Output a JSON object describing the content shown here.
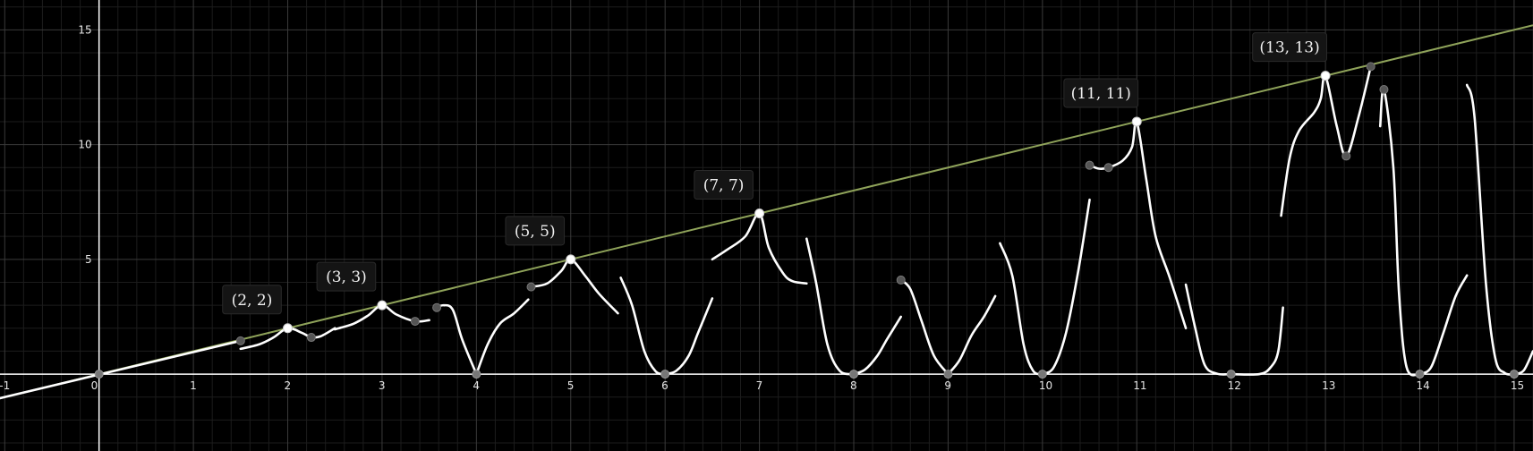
{
  "chart_data": {
    "type": "line",
    "xlim": [
      -1.05,
      15.2
    ],
    "ylim": [
      -3.35,
      16.3
    ],
    "x_ticks": [
      -1,
      0,
      1,
      2,
      3,
      4,
      5,
      6,
      7,
      8,
      9,
      10,
      11,
      12,
      13,
      14,
      15
    ],
    "y_ticks": [
      5,
      10,
      15
    ],
    "grid": true,
    "colors": {
      "background": "#000000",
      "grid_major": "#3a3a3a",
      "grid_minor": "#1c1c1c",
      "axis": "#ffffff",
      "identity_line": "#8fa35a",
      "curve": "#ffffff"
    },
    "identity_line": {
      "slope": 1,
      "intercept": 0
    },
    "labeled_points": [
      {
        "x": 2,
        "y": 2,
        "label": "(2, 2)"
      },
      {
        "x": 3,
        "y": 3,
        "label": "(3, 3)"
      },
      {
        "x": 5,
        "y": 5,
        "label": "(5, 5)"
      },
      {
        "x": 7,
        "y": 7,
        "label": "(7, 7)"
      },
      {
        "x": 11,
        "y": 11,
        "label": "(11, 11)"
      },
      {
        "x": 13,
        "y": 13,
        "label": "(13, 13)"
      }
    ],
    "zero_points": [
      0,
      4,
      6,
      8,
      9,
      10,
      12,
      14,
      15
    ],
    "gray_points": [
      [
        1.5,
        1.45
      ],
      [
        2.25,
        1.6
      ],
      [
        3.35,
        2.3
      ],
      [
        3.58,
        2.9
      ],
      [
        4.58,
        3.8
      ],
      [
        10.5,
        9.1
      ],
      [
        10.7,
        9.0
      ],
      [
        13.22,
        9.5
      ],
      [
        13.48,
        13.4
      ],
      [
        13.62,
        12.4
      ],
      [
        8.5,
        4.1
      ]
    ],
    "curves": [
      [
        [
          -1.05,
          -1.05
        ],
        [
          1.5,
          1.45
        ]
      ],
      [
        [
          1.5,
          1.1
        ],
        [
          1.7,
          1.3
        ],
        [
          1.85,
          1.6
        ],
        [
          2,
          2
        ],
        [
          2.15,
          1.8
        ],
        [
          2.25,
          1.6
        ],
        [
          2.35,
          1.65
        ],
        [
          2.5,
          2.0
        ]
      ],
      [
        [
          2.5,
          1.95
        ],
        [
          2.7,
          2.2
        ],
        [
          2.85,
          2.55
        ],
        [
          3,
          3
        ],
        [
          3.15,
          2.6
        ],
        [
          3.35,
          2.3
        ],
        [
          3.5,
          2.35
        ]
      ],
      [
        [
          3.55,
          2.85
        ],
        [
          3.65,
          3.0
        ],
        [
          3.75,
          2.8
        ],
        [
          3.85,
          1.5
        ],
        [
          4,
          0
        ]
      ],
      [
        [
          4,
          0
        ],
        [
          4.12,
          1.3
        ],
        [
          4.25,
          2.2
        ],
        [
          4.4,
          2.65
        ],
        [
          4.55,
          3.25
        ]
      ],
      [
        [
          4.58,
          3.8
        ],
        [
          4.75,
          3.95
        ],
        [
          4.9,
          4.5
        ],
        [
          5,
          5
        ],
        [
          5.15,
          4.3
        ],
        [
          5.3,
          3.5
        ],
        [
          5.5,
          2.65
        ]
      ],
      [
        [
          5.53,
          4.2
        ],
        [
          5.65,
          3.0
        ],
        [
          5.78,
          1.0
        ],
        [
          5.9,
          0.12
        ],
        [
          6,
          0
        ]
      ],
      [
        [
          6,
          0
        ],
        [
          6.12,
          0.15
        ],
        [
          6.25,
          0.8
        ],
        [
          6.35,
          1.8
        ],
        [
          6.5,
          3.3
        ]
      ],
      [
        [
          6.5,
          5.0
        ],
        [
          6.65,
          5.4
        ],
        [
          6.85,
          6.0
        ],
        [
          7,
          7
        ],
        [
          7.1,
          5.5
        ],
        [
          7.25,
          4.4
        ],
        [
          7.35,
          4.05
        ],
        [
          7.5,
          3.95
        ]
      ],
      [
        [
          7.5,
          5.9
        ],
        [
          7.6,
          4.0
        ],
        [
          7.72,
          1.3
        ],
        [
          7.85,
          0.15
        ],
        [
          8,
          0
        ]
      ],
      [
        [
          8,
          0
        ],
        [
          8.12,
          0.2
        ],
        [
          8.25,
          0.8
        ],
        [
          8.35,
          1.5
        ],
        [
          8.5,
          2.5
        ]
      ],
      [
        [
          8.5,
          4.1
        ],
        [
          8.6,
          3.7
        ],
        [
          8.72,
          2.3
        ],
        [
          8.85,
          0.8
        ],
        [
          9,
          0
        ]
      ],
      [
        [
          9,
          0
        ],
        [
          9.12,
          0.6
        ],
        [
          9.25,
          1.7
        ],
        [
          9.38,
          2.5
        ],
        [
          9.5,
          3.4
        ]
      ],
      [
        [
          9.55,
          5.7
        ],
        [
          9.68,
          4.3
        ],
        [
          9.8,
          1.3
        ],
        [
          9.9,
          0.15
        ],
        [
          10,
          0
        ]
      ],
      [
        [
          10,
          0
        ],
        [
          10.12,
          0.3
        ],
        [
          10.25,
          1.8
        ],
        [
          10.38,
          4.5
        ],
        [
          10.5,
          7.6
        ]
      ],
      [
        [
          10.5,
          9.1
        ],
        [
          10.6,
          8.95
        ],
        [
          10.7,
          9.0
        ],
        [
          10.85,
          9.3
        ],
        [
          10.95,
          9.9
        ],
        [
          11,
          11
        ],
        [
          11.1,
          8.5
        ],
        [
          11.2,
          6.0
        ],
        [
          11.35,
          4.2
        ],
        [
          11.52,
          2.0
        ]
      ],
      [
        [
          11.52,
          3.9
        ],
        [
          11.62,
          2.0
        ],
        [
          11.72,
          0.4
        ],
        [
          11.85,
          0.02
        ],
        [
          12,
          0
        ]
      ],
      [
        [
          12,
          0
        ],
        [
          12.3,
          0.0
        ],
        [
          12.42,
          0.3
        ],
        [
          12.5,
          1.0
        ],
        [
          12.55,
          2.9
        ]
      ],
      [
        [
          12.53,
          6.9
        ],
        [
          12.62,
          9.4
        ],
        [
          12.72,
          10.6
        ],
        [
          12.88,
          11.4
        ],
        [
          12.95,
          12.0
        ],
        [
          13,
          13
        ],
        [
          13.12,
          10.8
        ],
        [
          13.22,
          9.5
        ],
        [
          13.35,
          11.2
        ],
        [
          13.48,
          13.4
        ]
      ],
      [
        [
          13.58,
          10.8
        ],
        [
          13.62,
          12.4
        ],
        [
          13.72,
          9.0
        ],
        [
          13.78,
          3.5
        ],
        [
          13.86,
          0.3
        ],
        [
          14,
          0
        ]
      ],
      [
        [
          14,
          0
        ],
        [
          14.12,
          0.3
        ],
        [
          14.25,
          1.8
        ],
        [
          14.38,
          3.4
        ],
        [
          14.5,
          4.3
        ]
      ],
      [
        [
          14.5,
          12.6
        ],
        [
          14.58,
          11.2
        ],
        [
          14.7,
          4.0
        ],
        [
          14.8,
          0.7
        ],
        [
          14.9,
          0.05
        ],
        [
          15,
          0
        ]
      ],
      [
        [
          15,
          0
        ],
        [
          15.1,
          0.15
        ],
        [
          15.2,
          1.0
        ]
      ]
    ]
  }
}
